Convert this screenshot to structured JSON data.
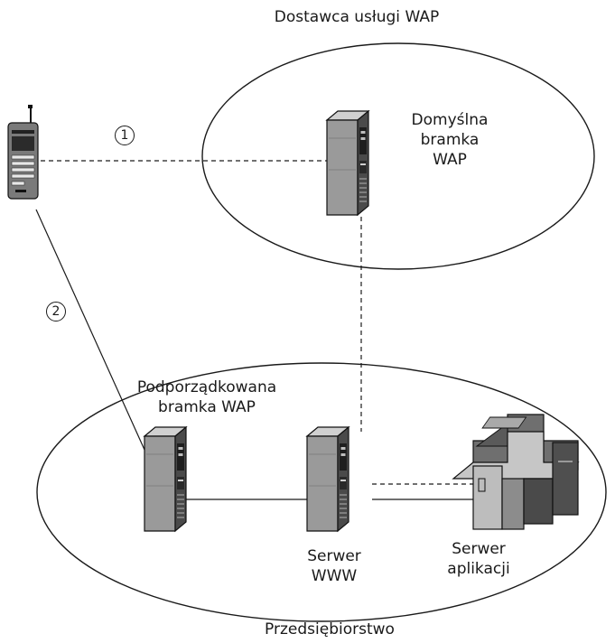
{
  "zones": {
    "provider": "Dostawca usługi WAP",
    "enterprise": "Przedsiębiorstwo"
  },
  "nodes": {
    "default_gateway": [
      "Domyślna",
      "bramka",
      "WAP"
    ],
    "sub_gateway": [
      "Podporządkowana",
      "bramka WAP"
    ],
    "web_server": [
      "Serwer",
      "WWW"
    ],
    "app_server": [
      "Serwer",
      "aplikacji"
    ]
  },
  "paths": {
    "path1": "1",
    "path2": "2"
  }
}
